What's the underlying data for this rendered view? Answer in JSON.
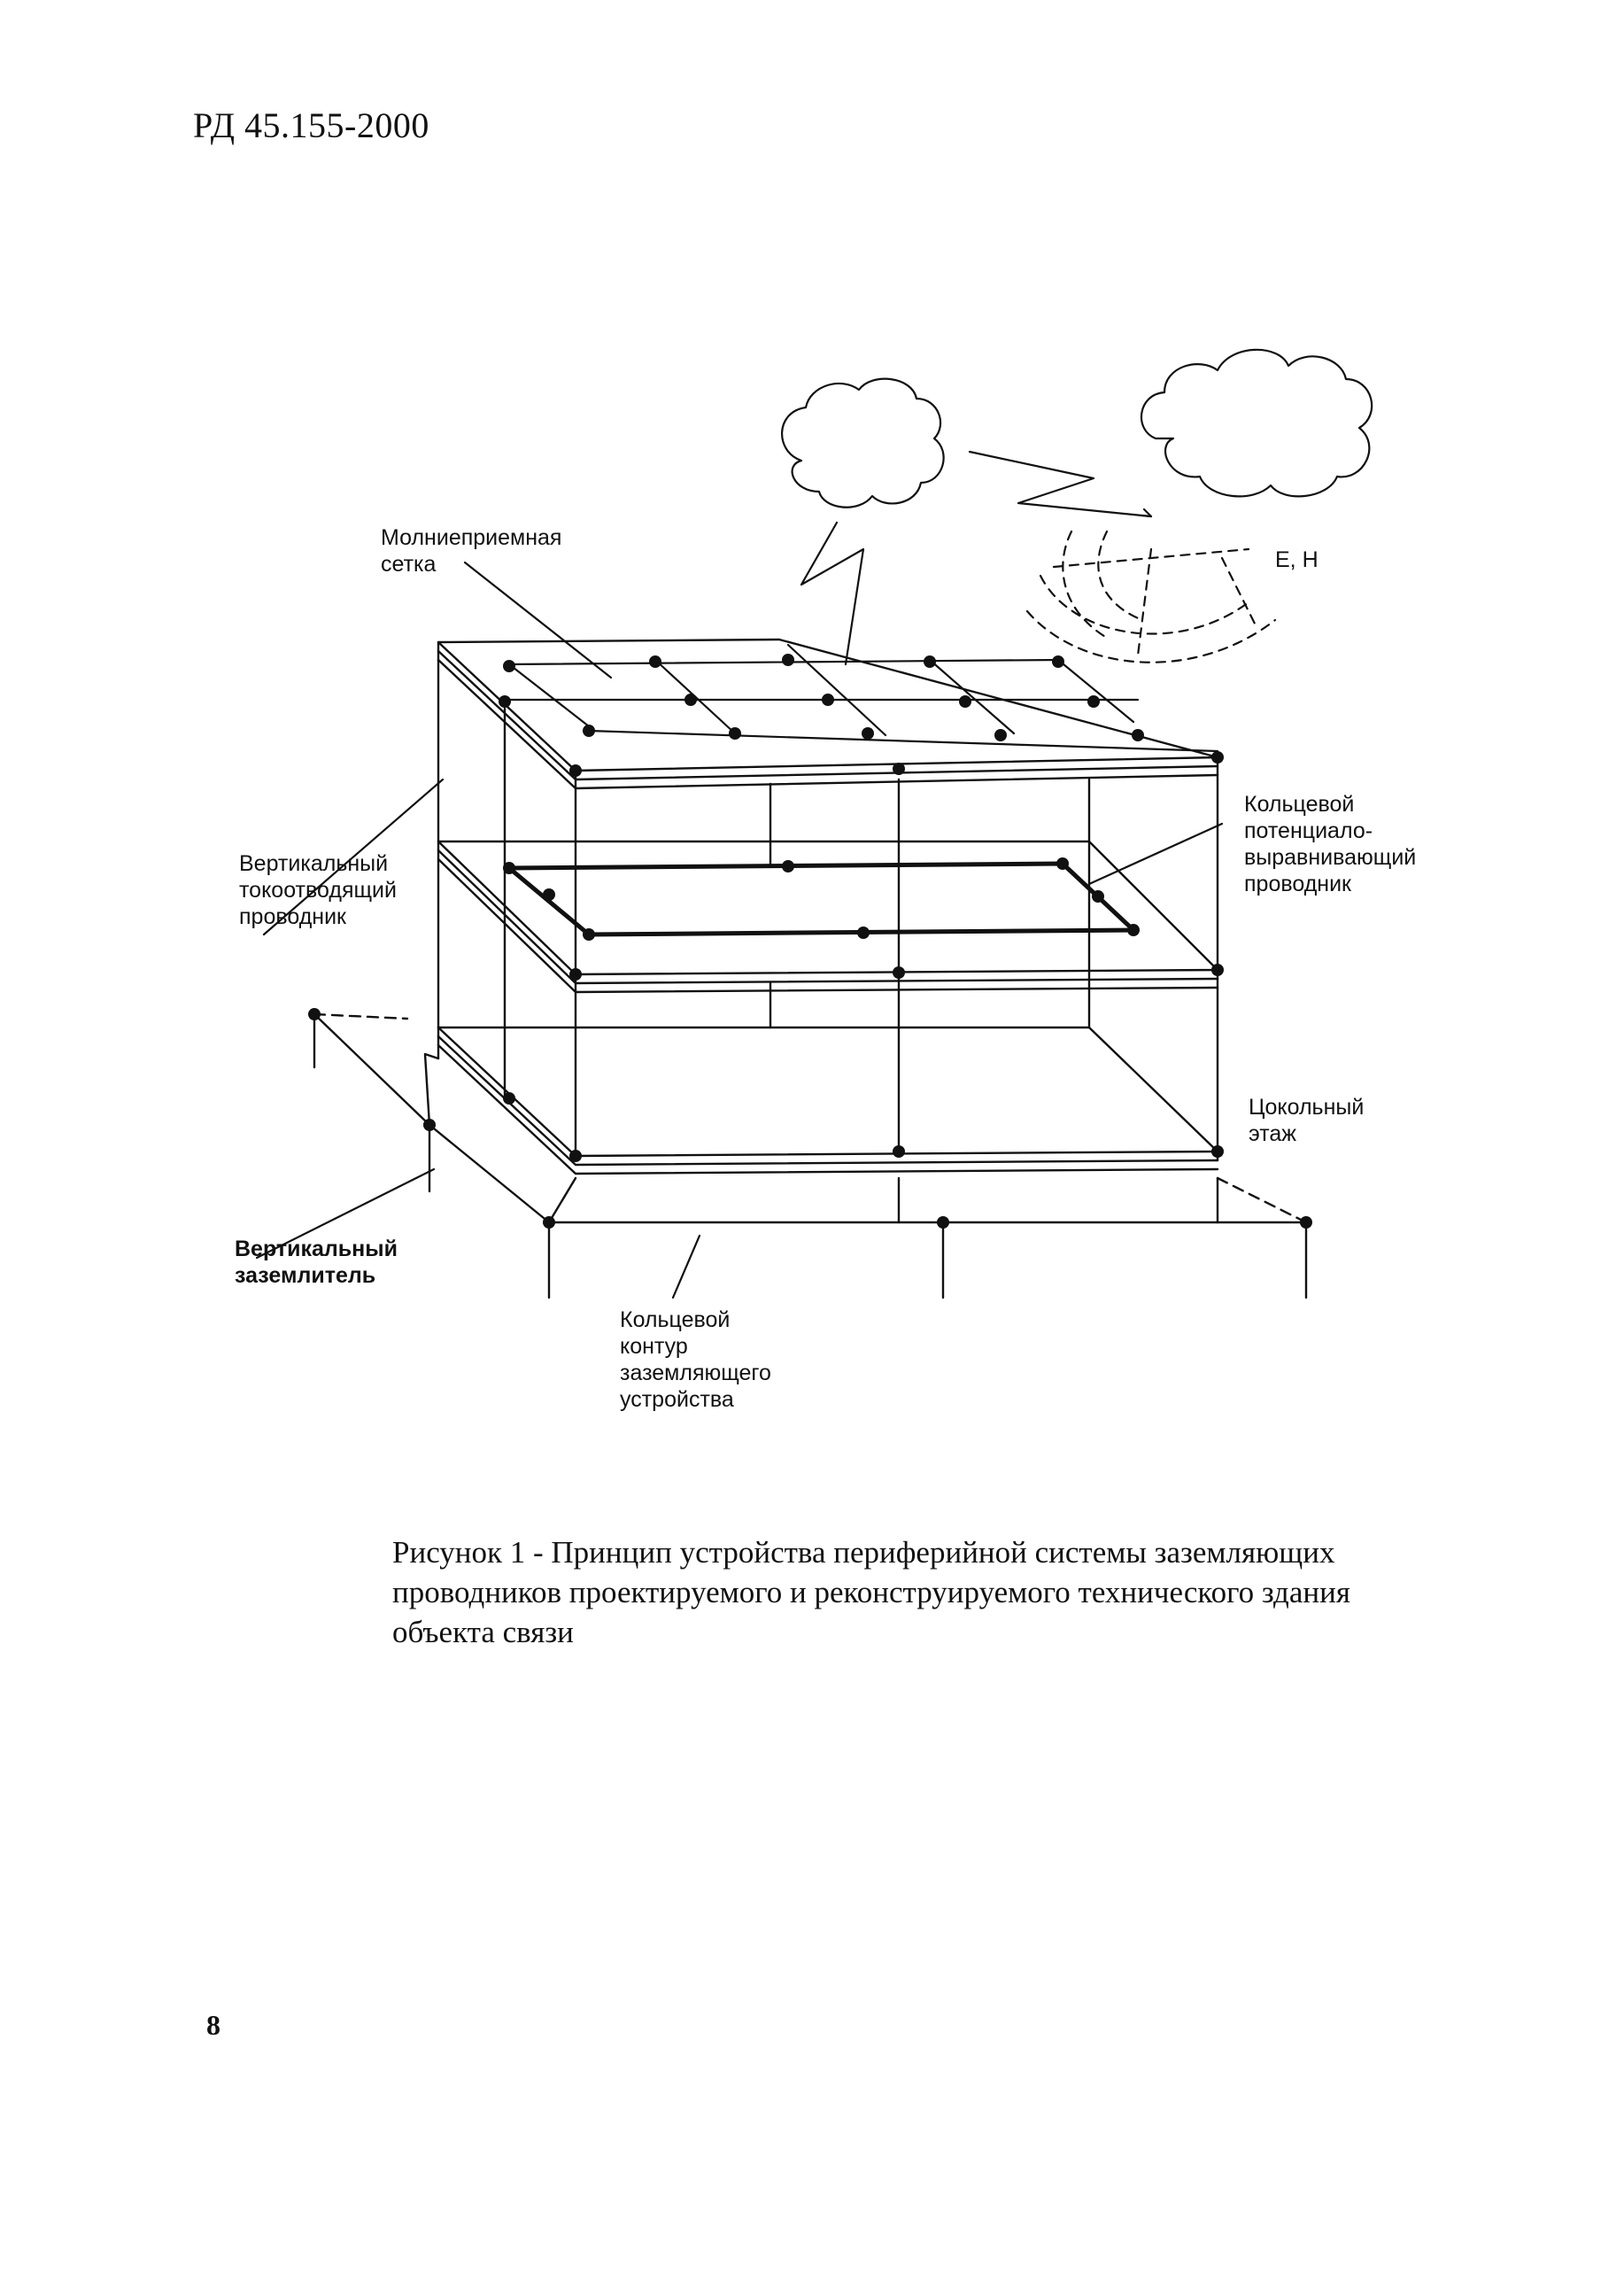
{
  "header": {
    "doc_code": "РД 45.155-2000"
  },
  "figure": {
    "labels": {
      "lightning_grid_line1": "Молниеприемная",
      "lightning_grid_line2": "сетка",
      "eh_label": "E, H",
      "ring_conductor_line1": "Кольцевой",
      "ring_conductor_line2": "потенциало-",
      "ring_conductor_line3": "выравнивающий",
      "ring_conductor_line4": "проводник",
      "down_conductor_line1": "Вертикальный",
      "down_conductor_line2": "токоотводящий",
      "down_conductor_line3": "проводник",
      "basement_line1": "Цокольный",
      "basement_line2": "этаж",
      "ground_rod_line1": "Вертикальный",
      "ground_rod_line2": "заземлитель",
      "ground_ring_line1": "Кольцевой",
      "ground_ring_line2": "контур",
      "ground_ring_line3": "заземляющего",
      "ground_ring_line4": "устройства"
    }
  },
  "caption": "Рисунок 1 - Принцип устройства периферийной системы заземляющих\nпроводников проектируемого и реконструируемого технического здания\nобъекта связи",
  "footer": {
    "page_number": "8"
  }
}
